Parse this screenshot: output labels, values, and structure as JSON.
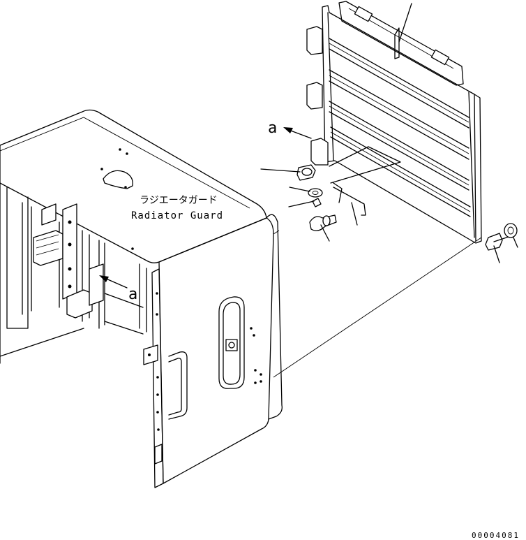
{
  "labels": {
    "guard_jp": "ラジエータガード",
    "guard_en": "Radiator Guard",
    "view_mark_upper": "a",
    "view_mark_lower": "a",
    "drawing_number": "00004081"
  }
}
